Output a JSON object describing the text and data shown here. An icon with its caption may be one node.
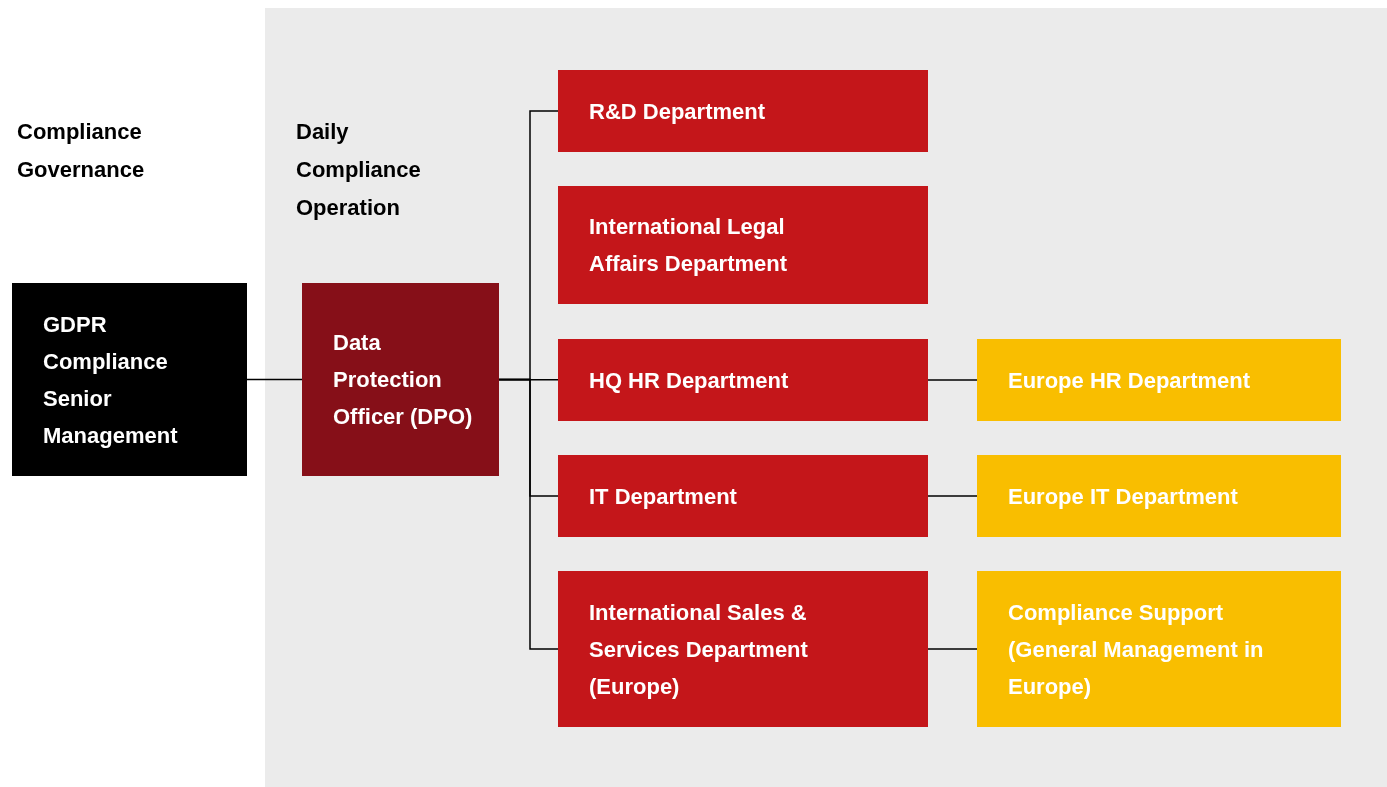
{
  "diagram": {
    "nodes": [
      {
        "text": [
          "Daily Compliance Operation"
        ]
      },
      {
        "text": [
          "GDPR Compliance Senior Management"
        ]
      },
      {
        "text": [
          "Data Protection Officer (DPO)"
        ],
        "in": 0
      },
      {
        "text": [
          "R&D Department"
        ],
        "in": 0
      },
      {
        "text": [
          "International Legal Affairs Department"
        ],
        "in": 0
      },
      {
        "text": [
          "HQ HR Department"
        ],
        "in": 0
      },
      {
        "text": [
          "Europe HR Department"
        ],
        "in": 0
      },
      {
        "text": [
          "IT Department"
        ],
        "in": 0
      },
      {
        "text": [
          "Europe IT Department"
        ],
        "in": 0
      },
      {
        "text": [
          "International Sales & Services Department (Europe)"
        ],
        "in": 0
      },
      {
        "text": [
          "Compliance Support (General Management in Europe)"
        ],
        "in": 0
      }
    ],
    "edges": [
      {
        "from": 1,
        "to": 2,
        "arrow": "none"
      },
      {
        "from": 2,
        "to": 3,
        "arrow": "none"
      },
      {
        "from": 2,
        "to": 5,
        "arrow": "none"
      },
      {
        "from": 2,
        "to": 7,
        "arrow": "none"
      },
      {
        "from": 2,
        "to": 9,
        "arrow": "none"
      },
      {
        "from": 5,
        "to": 6,
        "arrow": "none"
      },
      {
        "from": 7,
        "to": 8,
        "arrow": "none"
      },
      {
        "from": 9,
        "to": 10,
        "arrow": "none"
      }
    ],
    "labels": [
      "Compliance Governance"
    ]
  }
}
